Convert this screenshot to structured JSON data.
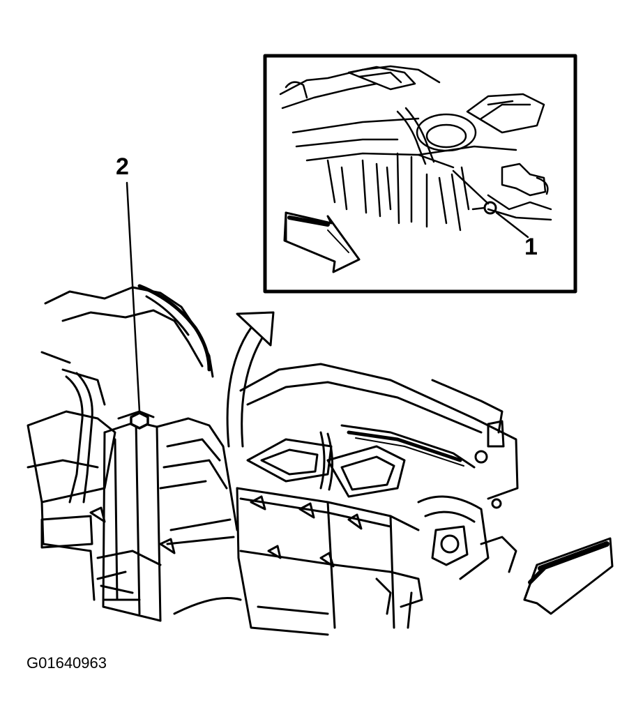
{
  "callouts": {
    "label_1": "1",
    "label_2": "2"
  },
  "figure_id": "G01640963",
  "colors": {
    "ink": "#000000",
    "paper": "#ffffff"
  }
}
